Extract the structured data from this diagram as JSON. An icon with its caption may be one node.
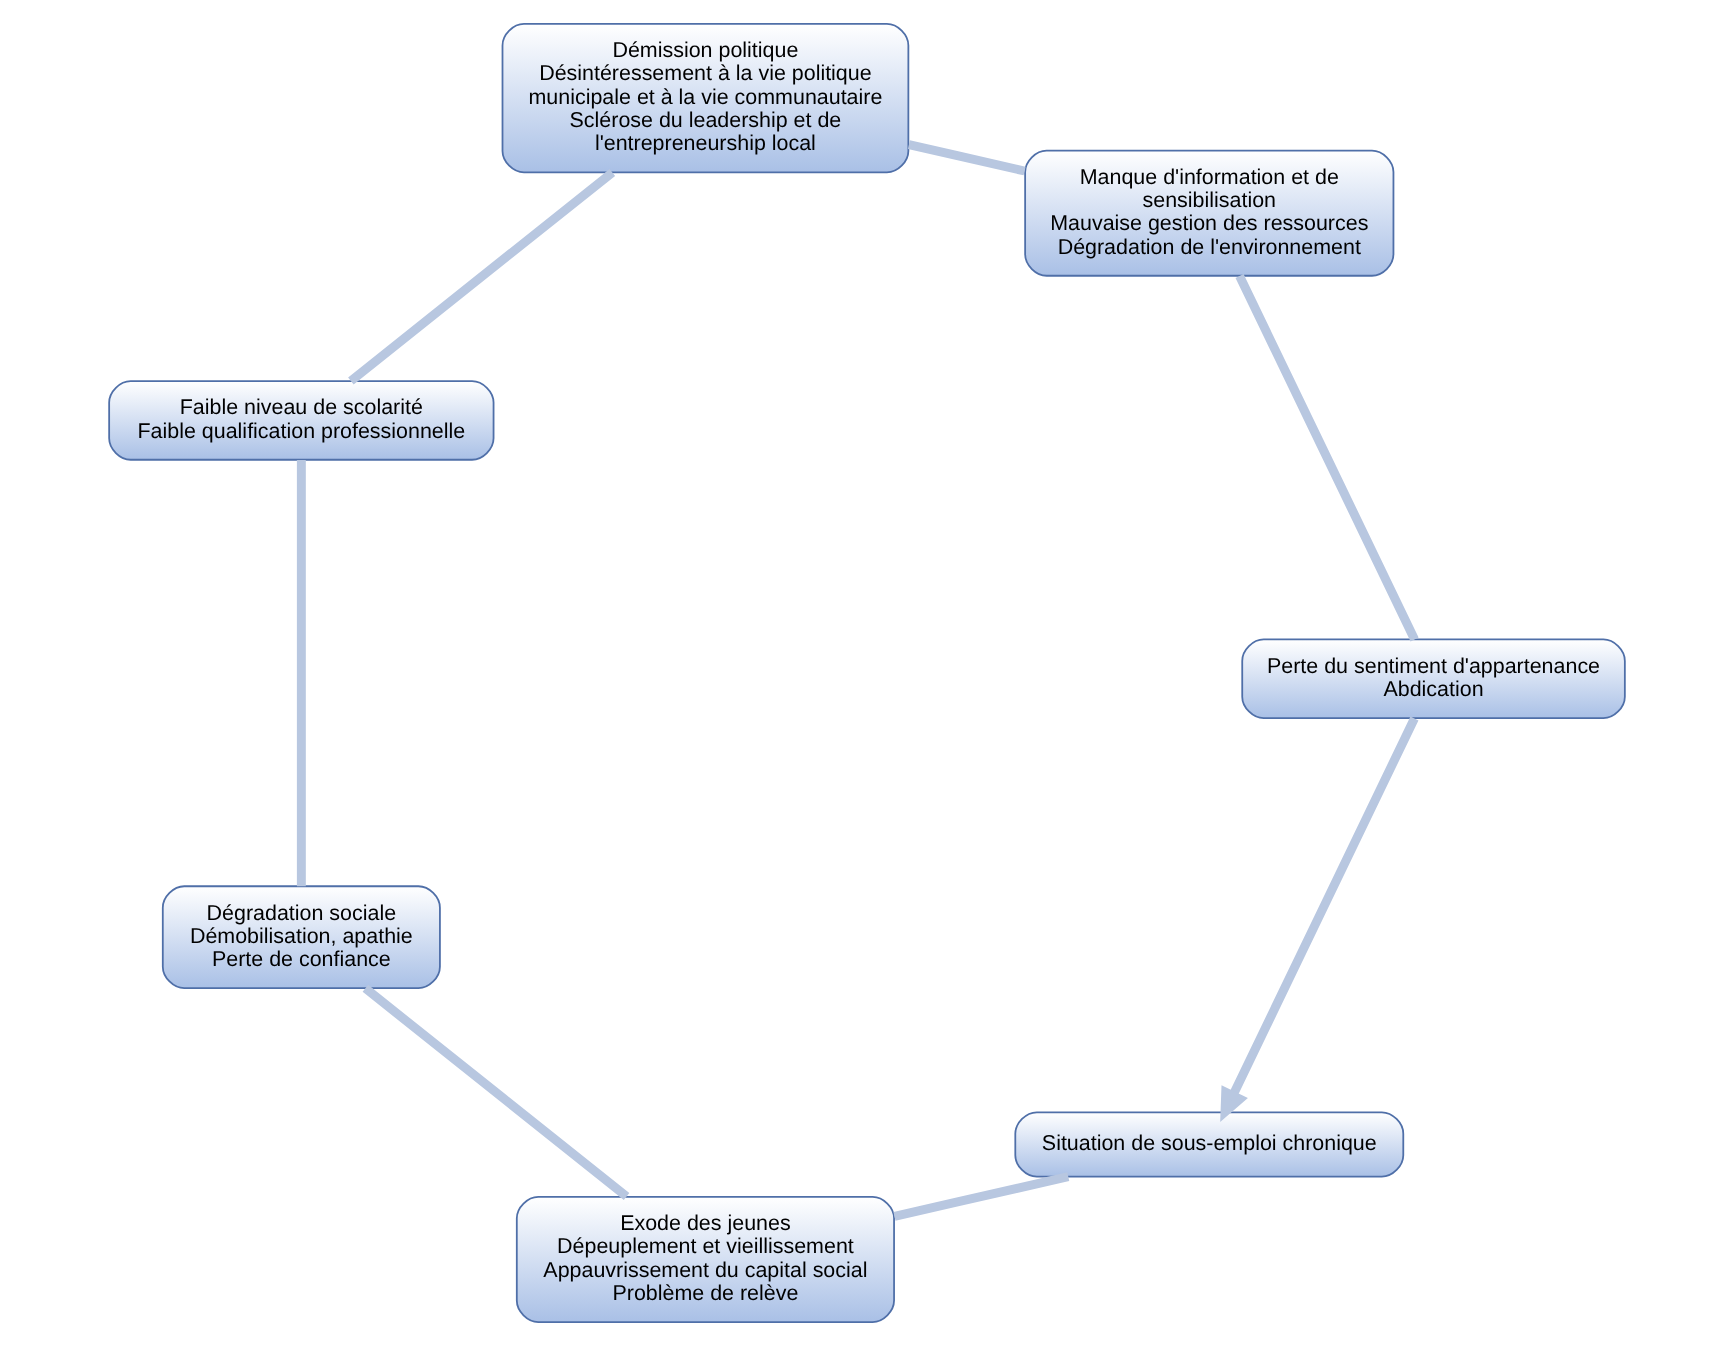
{
  "diagram": {
    "nodes": [
      {
        "text": [
          "Situation de sous-emploi chronique"
        ]
      },
      {
        "text": [
          "Exode des jeunes",
          "Dépeuplement et vieillissement",
          "Appauvrissement du capital social",
          "Problème de relève"
        ]
      },
      {
        "text": [
          "Dégradation sociale",
          "Démobilisation, apathie",
          "Perte de confiance"
        ]
      },
      {
        "text": [
          "Faible niveau de scolarité",
          "Faible qualification professionnelle"
        ]
      },
      {
        "text": [
          "Démission politique",
          "Désintéressement à la vie politique municipale et à la vie communautaire",
          "Sclérose du leadership et de l'entrepreneurship local"
        ]
      },
      {
        "text": [
          "Manque d'information et de sensibilisation",
          "Mauvaise gestion des ressources",
          "Dégradation de l'environnement"
        ]
      },
      {
        "text": [
          "Perte du sentiment d'appartenance",
          "Abdication"
        ]
      }
    ],
    "edges": [
      {
        "from": 0,
        "to": 1,
        "arrow": "none"
      },
      {
        "from": 1,
        "to": 2,
        "arrow": "none"
      },
      {
        "from": 2,
        "to": 3,
        "arrow": "none"
      },
      {
        "from": 3,
        "to": 4,
        "arrow": "none"
      },
      {
        "from": 4,
        "to": 5,
        "arrow": "none"
      },
      {
        "from": 5,
        "to": 6,
        "arrow": "none"
      },
      {
        "from": 6,
        "to": 0,
        "arrow": "to"
      }
    ]
  }
}
